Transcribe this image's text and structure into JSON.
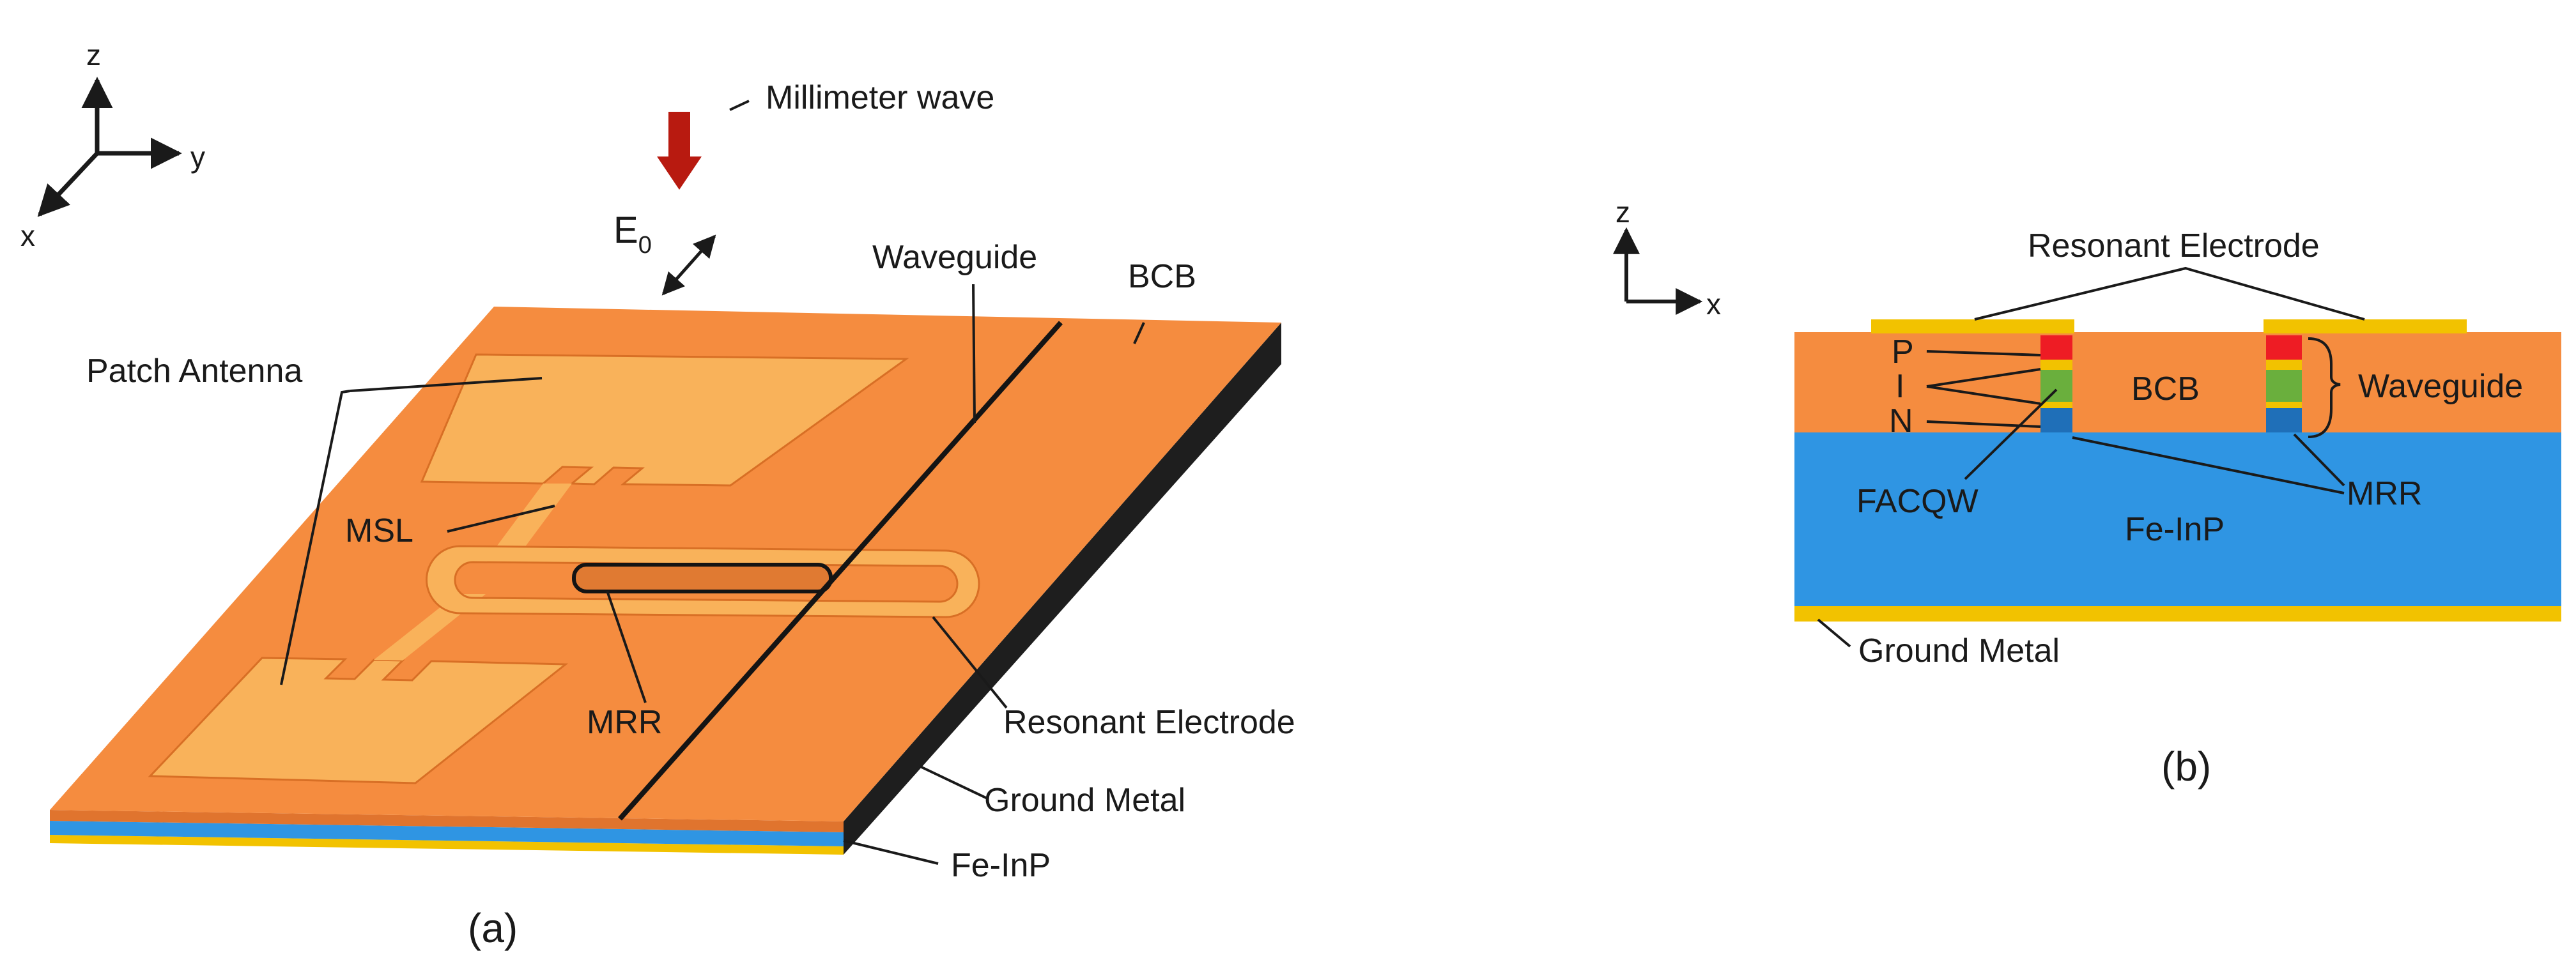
{
  "panel_a": {
    "axes": {
      "z": "z",
      "y": "y",
      "x": "x"
    },
    "labels": {
      "millimeter_wave": "Millimeter wave",
      "e0_main": "E",
      "e0_sub": "0",
      "waveguide": "Waveguide",
      "bcb": "BCB",
      "patch_antenna": "Patch Antenna",
      "msl": "MSL",
      "mrr": "MRR",
      "resonant_electrode": "Resonant Electrode",
      "ground_metal": "Ground Metal",
      "fe_inp": "Fe-InP"
    },
    "caption": "(a)"
  },
  "panel_b": {
    "axes": {
      "z": "z",
      "x": "x"
    },
    "labels": {
      "resonant_electrode": "Resonant Electrode",
      "p": "P",
      "i": "I",
      "n": "N",
      "bcb": "BCB",
      "waveguide": "Waveguide",
      "facqw": "FACQW",
      "mrr": "MRR",
      "fe_inp": "Fe-InP",
      "ground_metal": "Ground Metal"
    },
    "caption": "(b)"
  },
  "colors": {
    "bcb_orange": "#F58C3F",
    "electrode_light": "#F9B25A",
    "fe_inp_blue": "#2F95E3",
    "ground_gold": "#F2C200",
    "p_red": "#EE1C24",
    "i_green": "#6AAF3D",
    "n_blue": "#1F6FB8",
    "mm_wave_arrow": "#B81A10",
    "side_dark": "#1E1E1E"
  }
}
